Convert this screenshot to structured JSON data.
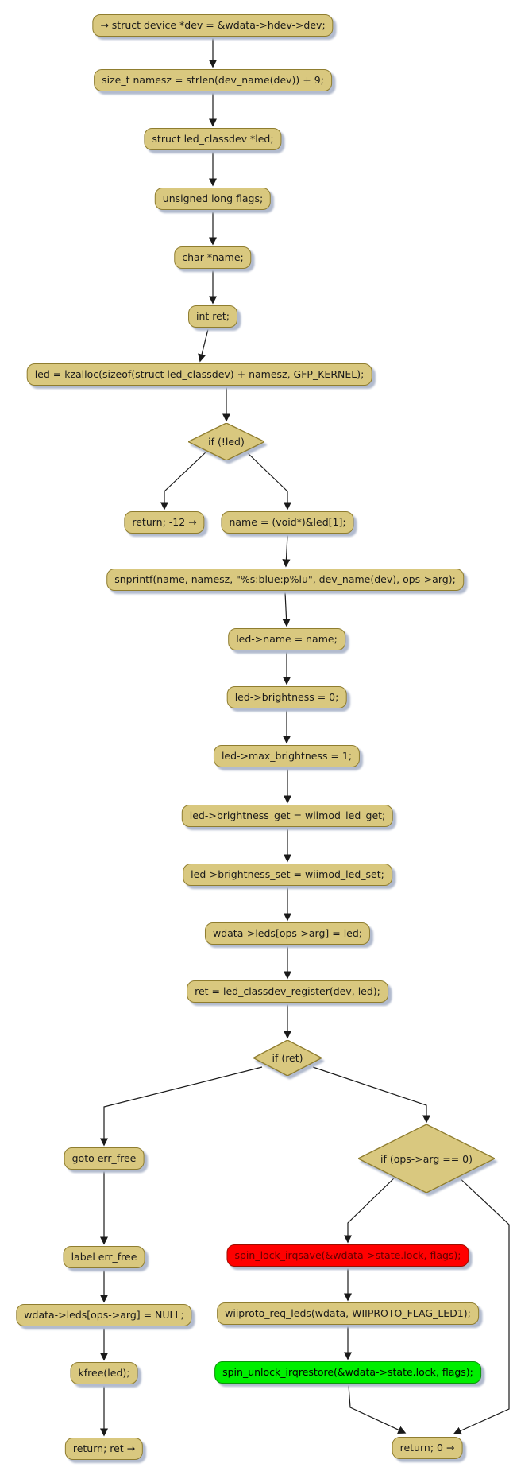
{
  "diagram": {
    "type": "flowchart-activity-diagram",
    "colors": {
      "node-fill": "#d9c87f",
      "node-border": "#8f7d2f",
      "node-text": "#1a1a1a",
      "lock-fill": "#ff0000",
      "lock-border": "#9c0f00",
      "lock-text": "#600000",
      "unlock-fill": "#00ef00",
      "unlock-border": "#0d930d",
      "edge": "#1a1a1a",
      "shadow": "#b2bbce"
    },
    "nodes": {
      "dev_decl": {
        "kind": "process",
        "label": "→ struct device *dev = &wdata->hdev->dev;"
      },
      "namesz_decl": {
        "kind": "process",
        "label": "size_t namesz = strlen(dev_name(dev)) + 9;"
      },
      "led_decl": {
        "kind": "process",
        "label": "struct led_classdev *led;"
      },
      "flags_decl": {
        "kind": "process",
        "label": "unsigned long flags;"
      },
      "name_decl": {
        "kind": "process",
        "label": "char *name;"
      },
      "ret_decl": {
        "kind": "process",
        "label": "int ret;"
      },
      "kzalloc": {
        "kind": "process",
        "label": "led = kzalloc(sizeof(struct led_classdev) + namesz, GFP_KERNEL);"
      },
      "if_not_led": {
        "kind": "decision",
        "label": "if (!led)"
      },
      "return_neg12": {
        "kind": "process",
        "label": "return; -12 →"
      },
      "name_assign": {
        "kind": "process",
        "label": "name = (void*)&led[1];"
      },
      "snprintf": {
        "kind": "process",
        "label": "snprintf(name, namesz, \"%s:blue:p%lu\", dev_name(dev), ops->arg);"
      },
      "led_name": {
        "kind": "process",
        "label": "led->name = name;"
      },
      "led_brightness": {
        "kind": "process",
        "label": "led->brightness = 0;"
      },
      "led_max_bright": {
        "kind": "process",
        "label": "led->max_brightness = 1;"
      },
      "brightness_get": {
        "kind": "process",
        "label": "led->brightness_get = wiimod_led_get;"
      },
      "brightness_set": {
        "kind": "process",
        "label": "led->brightness_set = wiimod_led_set;"
      },
      "leds_assign": {
        "kind": "process",
        "label": "wdata->leds[ops->arg] = led;"
      },
      "register": {
        "kind": "process",
        "label": "ret = led_classdev_register(dev, led);"
      },
      "if_ret": {
        "kind": "decision",
        "label": "if (ret)"
      },
      "goto_err": {
        "kind": "process",
        "label": "goto err_free"
      },
      "label_err": {
        "kind": "process",
        "label": "label err_free"
      },
      "leds_null": {
        "kind": "process",
        "label": "wdata->leds[ops->arg] = NULL;"
      },
      "kfree": {
        "kind": "process",
        "label": "kfree(led);"
      },
      "return_ret": {
        "kind": "process",
        "label": "return; ret →"
      },
      "if_arg0": {
        "kind": "decision",
        "label": "if (ops->arg == 0)"
      },
      "spin_lock": {
        "kind": "process-highlight-red",
        "label": "spin_lock_irqsave(&wdata->state.lock, flags);"
      },
      "req_leds": {
        "kind": "process",
        "label": "wiiproto_req_leds(wdata, WIIPROTO_FLAG_LED1);"
      },
      "spin_unlock": {
        "kind": "process-highlight-green",
        "label": "spin_unlock_irqrestore(&wdata->state.lock, flags);"
      },
      "return_0": {
        "kind": "process",
        "label": "return; 0 →"
      }
    },
    "edges": [
      {
        "from": "dev_decl",
        "to": "namesz_decl"
      },
      {
        "from": "namesz_decl",
        "to": "led_decl"
      },
      {
        "from": "led_decl",
        "to": "flags_decl"
      },
      {
        "from": "flags_decl",
        "to": "name_decl"
      },
      {
        "from": "name_decl",
        "to": "ret_decl"
      },
      {
        "from": "ret_decl",
        "to": "kzalloc"
      },
      {
        "from": "kzalloc",
        "to": "if_not_led"
      },
      {
        "from": "if_not_led",
        "to": "return_neg12"
      },
      {
        "from": "if_not_led",
        "to": "name_assign"
      },
      {
        "from": "name_assign",
        "to": "snprintf"
      },
      {
        "from": "snprintf",
        "to": "led_name"
      },
      {
        "from": "led_name",
        "to": "led_brightness"
      },
      {
        "from": "led_brightness",
        "to": "led_max_bright"
      },
      {
        "from": "led_max_bright",
        "to": "brightness_get"
      },
      {
        "from": "brightness_get",
        "to": "brightness_set"
      },
      {
        "from": "brightness_set",
        "to": "leds_assign"
      },
      {
        "from": "leds_assign",
        "to": "register"
      },
      {
        "from": "register",
        "to": "if_ret"
      },
      {
        "from": "if_ret",
        "to": "goto_err"
      },
      {
        "from": "if_ret",
        "to": "if_arg0"
      },
      {
        "from": "goto_err",
        "to": "label_err"
      },
      {
        "from": "label_err",
        "to": "leds_null"
      },
      {
        "from": "leds_null",
        "to": "kfree"
      },
      {
        "from": "kfree",
        "to": "return_ret"
      },
      {
        "from": "if_arg0",
        "to": "spin_lock"
      },
      {
        "from": "spin_lock",
        "to": "req_leds"
      },
      {
        "from": "req_leds",
        "to": "spin_unlock"
      },
      {
        "from": "spin_unlock",
        "to": "return_0"
      },
      {
        "from": "if_arg0",
        "to": "return_0"
      }
    ]
  }
}
